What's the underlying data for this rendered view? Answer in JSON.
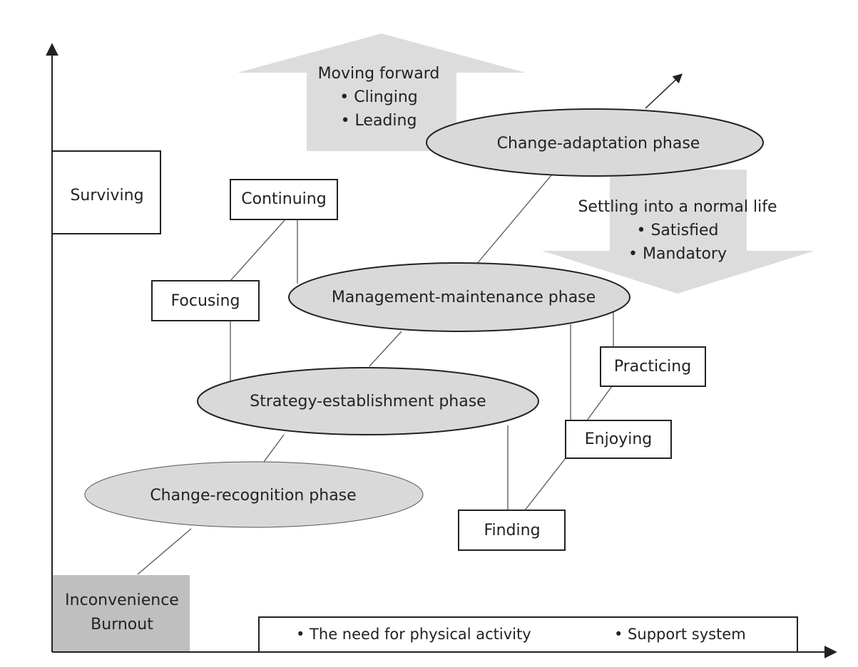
{
  "colors": {
    "ellipse_fill": "#d9d9d9",
    "arrow_fill": "#dcdcdc",
    "base_box_fill": "#bfbfbf",
    "stroke": "#222222",
    "connector": "#555555"
  },
  "phases": {
    "change_recognition": "Change-recognition phase",
    "strategy_establishment": "Strategy-establishment phase",
    "management_maintenance": "Management-maintenance phase",
    "change_adaptation": "Change-adaptation phase"
  },
  "states": {
    "surviving": "Surviving",
    "inconvenience": "Inconvenience",
    "burnout": "Burnout"
  },
  "left_steps": {
    "focusing": "Focusing",
    "continuing": "Continuing"
  },
  "right_steps": {
    "finding": "Finding",
    "enjoying": "Enjoying",
    "practicing": "Practicing"
  },
  "moving_forward": {
    "title": "Moving forward",
    "items": [
      "• Clinging",
      "• Leading"
    ]
  },
  "settling": {
    "title": "Settling into a normal life",
    "items": [
      "• Satisfied",
      "• Mandatory"
    ]
  },
  "factors": {
    "physical_activity": "• The need for physical activity",
    "support_system": "• Support system"
  }
}
